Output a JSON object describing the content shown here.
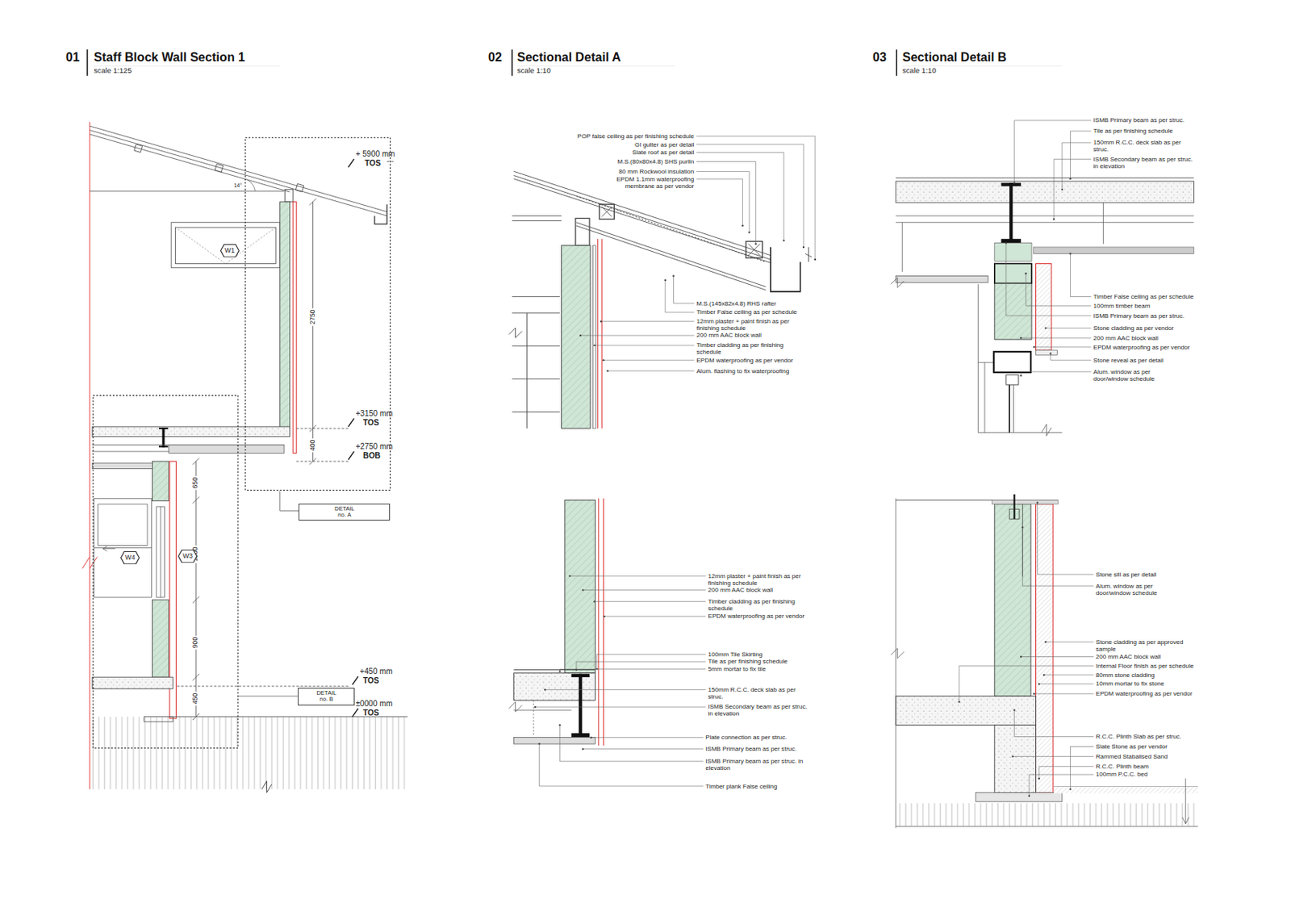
{
  "diagram": {
    "nodes": [
      {
        "text": [
          "W1"
        ]
      },
      {
        "text": [
          "DETAIL no. A"
        ]
      },
      {
        "text": [
          "W4"
        ]
      },
      {
        "text": [
          "W3"
        ]
      },
      {
        "text": [
          "DETAIL no. B"
        ]
      }
    ],
    "labels": [
      "01",
      "Staff Block Wall Section 1",
      "scale 1:125",
      "02",
      "Sectional Detail A",
      "scale 1:10",
      "03",
      "Sectional Detail B",
      "scale 1:10",
      "+ 5900 mm",
      "TOS",
      "14°",
      "2750",
      "+3150 mm",
      "TOS",
      "400",
      "+2750 mm",
      "BOB",
      "650",
      "1200",
      "900",
      "450",
      "+450 mm",
      "TOS",
      "±0000 mm",
      "TOS",
      "POP false ceiling as per finishing schedule",
      "GI gutter as per detail",
      "Slate roof as per detail",
      "M.S.(80x80x4.8) SHS purlin",
      "80 mm Rockwool insulation",
      "EPDM 1.1mm waterproofing membrane as per vendor",
      "M.S.(145x82x4.8) RHS rafter",
      "Timber False ceiling as per schedule",
      "12mm plaster + paint finish as per finishing schedule",
      "200 mm AAC block wall",
      "Timber cladding as per finishing schedule",
      "EPDM waterproofing as per vendor",
      "Alum. flashing to fix waterproofing",
      "12mm plaster + paint finish as per finishing schedule",
      "200 mm AAC block wall",
      "Timber cladding as per finishing schedule",
      "EPDM waterproofing as per vendor",
      "100mm Tile Skirting",
      "Tile as per finishing schedule",
      "5mm mortar to fix tile",
      "150mm R.C.C. deck slab as per struc.",
      "ISMB Secondary beam as per struc. in elevation",
      "Plate connection as per struc.",
      "ISMB Primary beam as per struc.",
      "ISMB Primary beam as per struc. in elevation",
      "Timber plank False ceiling",
      "ISMB Primary beam as per struc.",
      "Tile as per finishing schedule",
      "150mm R.C.C. deck slab as per struc.",
      "ISMB Secondary beam as per struc. in elevation",
      "Timber False ceiling as per schedule",
      "100mm timber beam",
      "ISMB Primary beam as per struc.",
      "Stone cladding as per vendor",
      "200 mm AAC block wall",
      "EPDM waterproofing as per vendor",
      "Stone reveal as per detail",
      "Alum. window as per door/window schedule",
      "Stone sill as per detail",
      "Alum. window as per door/window schedule",
      "Stone cladding as per approved sample",
      "200 mm AAC block wall",
      "Internal Floor finish as per schedule",
      "80mm stone cladding",
      "10mm mortar to fix stone",
      "EPDM waterproofing as per vendor",
      "R.C.C. Plinth Slab as per struc.",
      "Slate Stone as per vendor",
      "Rammed Stabalised Sand",
      "R.C.C. Plinth beam",
      "100mm P.C.C. bed"
    ]
  }
}
